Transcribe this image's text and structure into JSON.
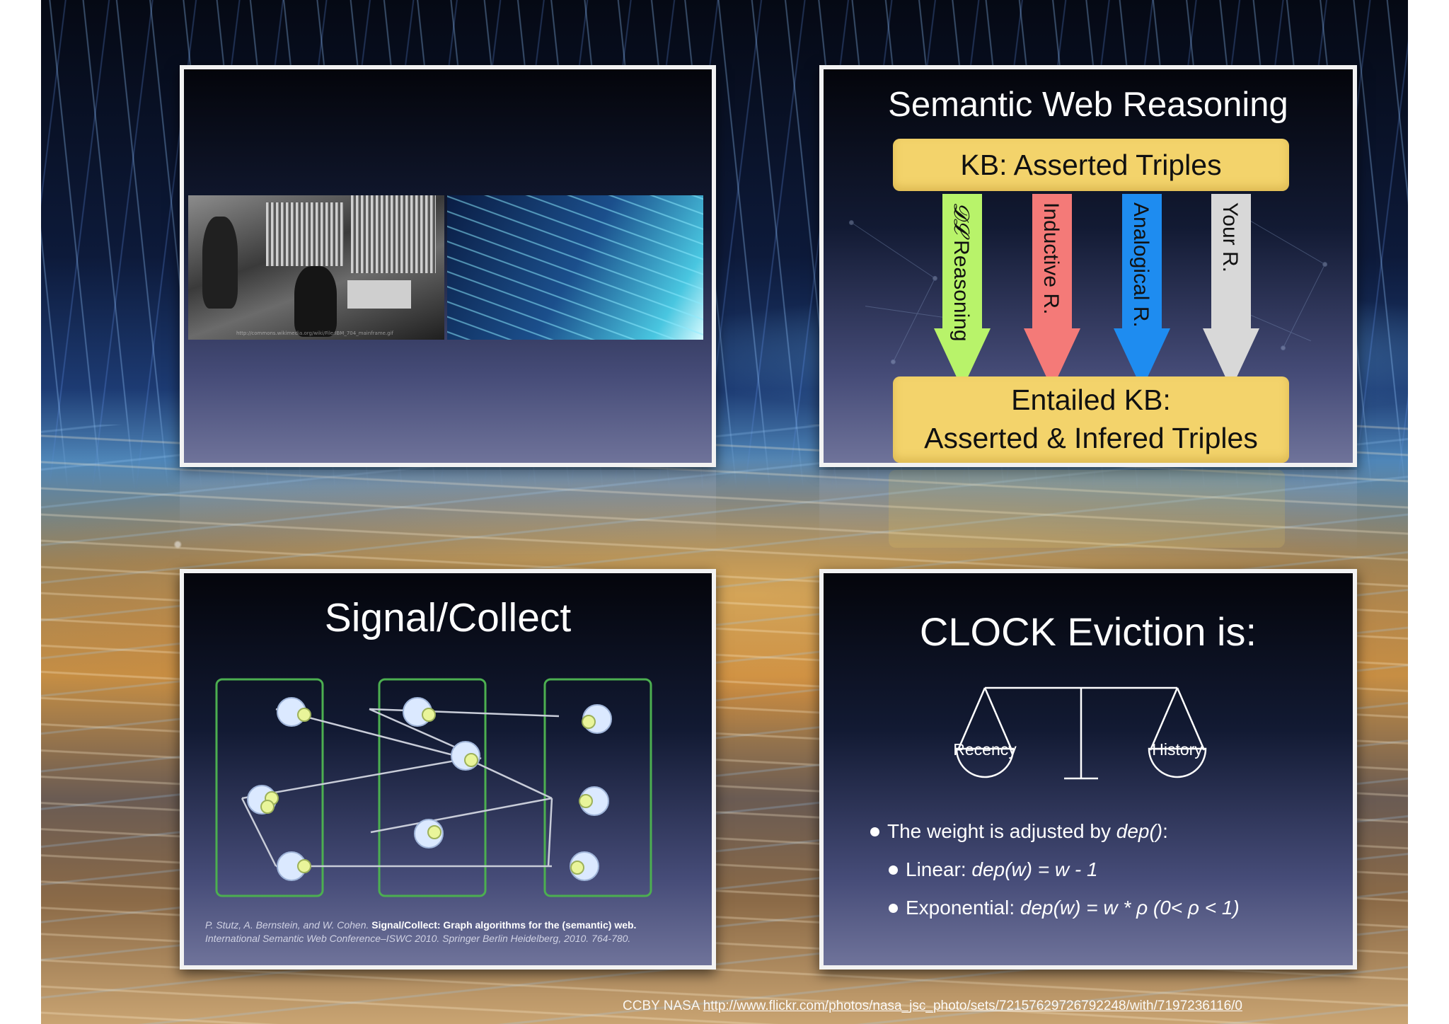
{
  "slides": {
    "s1": {
      "caption_line1": "http://commons.wikimedia.org/wiki/File:IBM_704_mainframe.gif"
    },
    "s2": {
      "title": "Semantic Web Reasoning",
      "kb_top": "KB: Asserted Triples",
      "kb_bottom_line1": "Entailed KB:",
      "kb_bottom_line2": "Asserted & Infered Triples",
      "arrows": [
        {
          "prefix": "𝓓𝓛",
          "label": " Reasoning",
          "color": "#b8f36a"
        },
        {
          "prefix": "",
          "label": "Inductive R.",
          "color": "#f47a78"
        },
        {
          "prefix": "",
          "label": "Analogical R.",
          "color": "#1e8cf0"
        },
        {
          "prefix": "",
          "label": "Your R.",
          "color": "#d8d8d8"
        }
      ]
    },
    "s3": {
      "title": "Signal/Collect",
      "citation_authors": "P. Stutz, A. Bernstein, and W. Cohen. ",
      "citation_title": "Signal/Collect: Graph algorithms for the (semantic) web.",
      "citation_rest": "International Semantic Web Conference–ISWC 2010. Springer Berlin Heidelberg, 2010. 764-780."
    },
    "s4": {
      "title": "CLOCK Eviction is:",
      "scale_left": "Recency",
      "scale_right": "History",
      "bullet1_text": "The weight is adjusted by ",
      "bullet1_fn": "dep()",
      "bullet1_end": ":",
      "bullet2_label": "Linear: ",
      "bullet2_formula": "dep(w) = w - 1",
      "bullet3_label": "Exponential: ",
      "bullet3_formula": "dep(w) = w * ρ (0< ρ < 1)"
    }
  },
  "credit": {
    "prefix": "CCBY NASA ",
    "url": "http://www.flickr.com/photos/nasa_jsc_photo/sets/72157629726792248/with/7197236116/0"
  },
  "colors": {
    "kb_box": "#f3d36b",
    "cluster_border": "#4caf50",
    "node_fill": "#dbe9ff",
    "node_dot": "#e9f59a"
  }
}
